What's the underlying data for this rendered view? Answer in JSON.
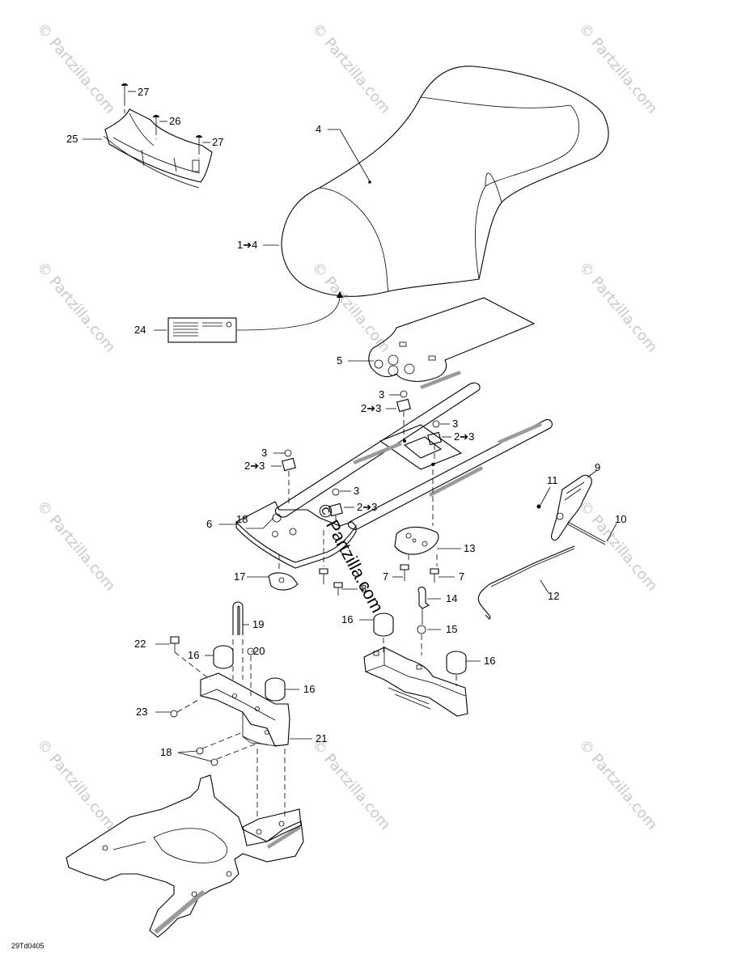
{
  "diagram": {
    "code": "29Td0405",
    "watermark": "© Partzilla.com",
    "center_watermark": "© Partzilla.com"
  },
  "callouts": [
    {
      "id": "c27a",
      "text": "27"
    },
    {
      "id": "c26",
      "text": "26"
    },
    {
      "id": "c27b",
      "text": "27"
    },
    {
      "id": "c25",
      "text": "25"
    },
    {
      "id": "c4",
      "text": "4"
    },
    {
      "id": "c1to4",
      "text": "1➔4"
    },
    {
      "id": "c24",
      "text": "24"
    },
    {
      "id": "c5",
      "text": "5"
    },
    {
      "id": "c3a",
      "text": "3"
    },
    {
      "id": "c2to3a",
      "text": "2➔3"
    },
    {
      "id": "c3b",
      "text": "3"
    },
    {
      "id": "c2to3b",
      "text": "2➔3"
    },
    {
      "id": "c3c",
      "text": "3"
    },
    {
      "id": "c2to3c",
      "text": "2➔3"
    },
    {
      "id": "c3d",
      "text": "3"
    },
    {
      "id": "c2to3d",
      "text": "2➔3"
    },
    {
      "id": "c18a",
      "text": "18"
    },
    {
      "id": "c6",
      "text": "6"
    },
    {
      "id": "c13",
      "text": "13"
    },
    {
      "id": "c7a",
      "text": "7"
    },
    {
      "id": "c7b",
      "text": "7"
    },
    {
      "id": "c17",
      "text": "17"
    },
    {
      "id": "c8",
      "text": "8"
    },
    {
      "id": "c9",
      "text": "9"
    },
    {
      "id": "c11",
      "text": "11"
    },
    {
      "id": "c10",
      "text": "10"
    },
    {
      "id": "c12",
      "text": "12"
    },
    {
      "id": "c14",
      "text": "14"
    },
    {
      "id": "c16a",
      "text": "16"
    },
    {
      "id": "c15",
      "text": "15"
    },
    {
      "id": "c16b",
      "text": "16"
    },
    {
      "id": "c19",
      "text": "19"
    },
    {
      "id": "c22",
      "text": "22"
    },
    {
      "id": "c16c",
      "text": "16"
    },
    {
      "id": "c20",
      "text": "20"
    },
    {
      "id": "c16d",
      "text": "16"
    },
    {
      "id": "c23",
      "text": "23"
    },
    {
      "id": "c21",
      "text": "21"
    },
    {
      "id": "c18b",
      "text": "18"
    }
  ]
}
